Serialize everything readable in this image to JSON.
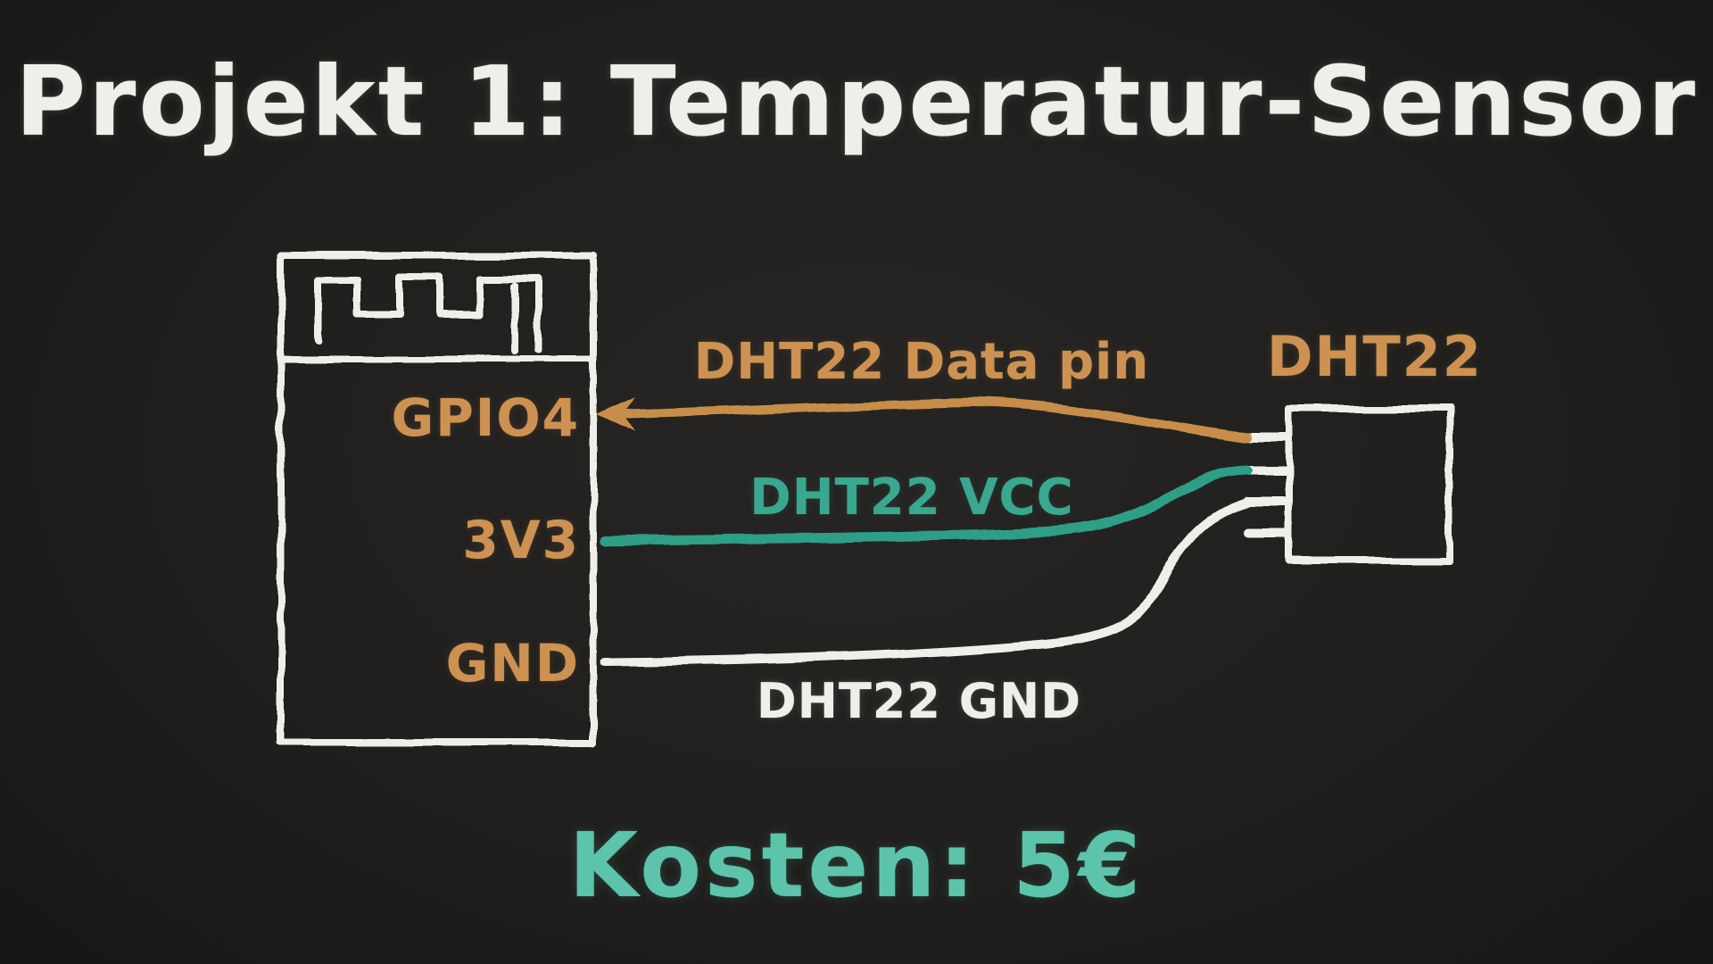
{
  "page": {
    "title": "Projekt 1: Temperatur-Sensor",
    "cost_text": "Kosten: 5€"
  },
  "colors": {
    "chalk-white": "#f0eee9",
    "chalk-orange": "#cd9252",
    "chalk-teal": "#3aa78f",
    "wire-orange": "#c68e49",
    "wire-teal": "#2f9e86",
    "cost-teal": "#5cc4ab"
  },
  "board": {
    "pins": [
      {
        "label": "GPIO4"
      },
      {
        "label": "3V3"
      },
      {
        "label": "GND"
      }
    ]
  },
  "sensor": {
    "label": "DHT22",
    "pin_count": 4
  },
  "wires": [
    {
      "label": "DHT22 Data pin",
      "color": "orange",
      "from_pin": "GPIO4",
      "arrow": "left"
    },
    {
      "label": "DHT22 VCC",
      "color": "teal",
      "from_pin": "3V3"
    },
    {
      "label": "DHT22 GND",
      "color": "white",
      "from_pin": "GND"
    }
  ]
}
